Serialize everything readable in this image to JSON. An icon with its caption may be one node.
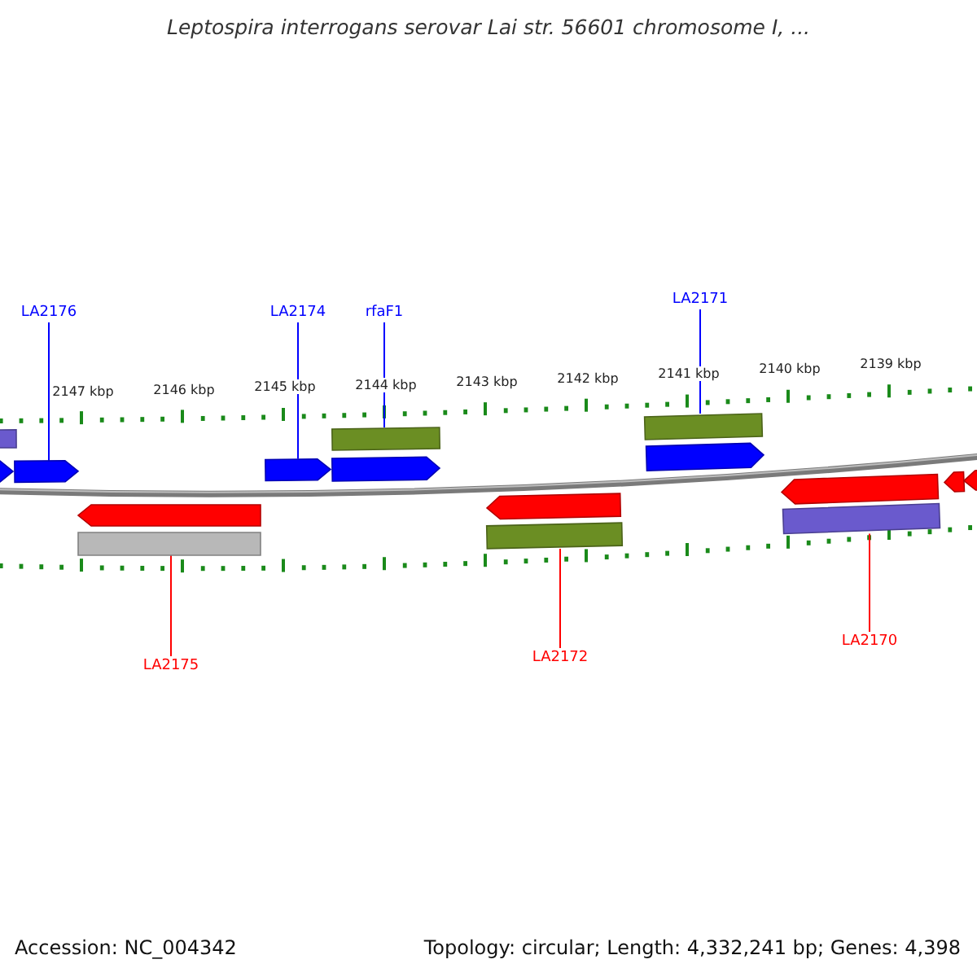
{
  "diagram": {
    "title": "Leptospira interrogans serovar Lai str. 56601 chromosome I, ...",
    "nodes": [
      {
        "text": [
          "LA2176"
        ]
      },
      {
        "text": [
          "LA2174"
        ]
      },
      {
        "text": [
          "rfaF1"
        ]
      },
      {
        "text": [
          "LA2171"
        ]
      },
      {
        "text": [
          "LA2175"
        ]
      },
      {
        "text": [
          "LA2172"
        ]
      },
      {
        "text": [
          "LA2170"
        ]
      },
      {
        "text": [],
        "shape": "bar"
      },
      {
        "text": [],
        "shape": "bar"
      },
      {
        "text": [],
        "shape": "bar"
      },
      {
        "text": [],
        "shape": "bar"
      },
      {
        "text": [],
        "shape": "bar"
      },
      {
        "text": [],
        "shape": "bar"
      },
      {
        "text": [],
        "shape": "bar"
      },
      {
        "text": [],
        "shape": "bar"
      },
      {
        "text": [],
        "shape": "bar"
      },
      {
        "text": [],
        "shape": "bar"
      },
      {
        "text": [],
        "shape": "bar"
      },
      {
        "text": [],
        "shape": "bar"
      },
      {
        "text": [],
        "shape": "bar"
      },
      {
        "text": [],
        "shape": "bar"
      },
      {
        "text": [],
        "shape": "bar"
      },
      {
        "text": [],
        "shape": "bar"
      }
    ],
    "edges": [
      {
        "from": 0,
        "to": 9,
        "arrow": "none"
      },
      {
        "from": 1,
        "to": 12,
        "arrow": "none"
      },
      {
        "from": 2,
        "to": 13,
        "arrow": "none"
      },
      {
        "from": 3,
        "to": 17,
        "arrow": "none"
      },
      {
        "from": 4,
        "to": 11,
        "arrow": "none",
        "color": "#ff0000"
      },
      {
        "from": 5,
        "to": 16,
        "arrow": "none",
        "color": "#ff0000"
      },
      {
        "from": 6,
        "to": 20,
        "arrow": "none",
        "color": "#ff0000"
      }
    ],
    "labels": [
      "2147 kbp",
      "2146 kbp",
      "2145 kbp",
      "2144 kbp",
      "2143 kbp",
      "2142 kbp",
      "2141 kbp",
      "2140 kbp",
      "2139 kbp",
      "Accession: NC_004342",
      "Topology: circular; Length: 4,332,241 bp; Genes: 4,398"
    ]
  }
}
